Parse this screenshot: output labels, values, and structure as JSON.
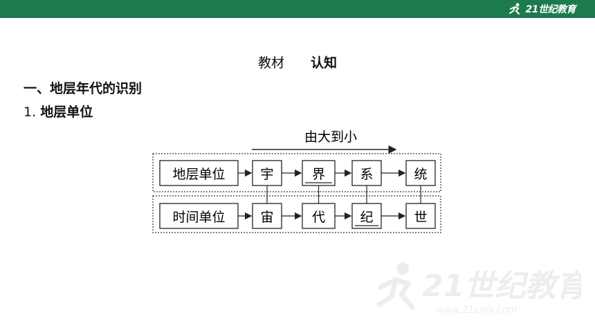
{
  "header": {
    "brand_text": "21世纪教育",
    "brand_color": "#1d7a4d"
  },
  "slide": {
    "title_part1": "教材",
    "title_part2": "认知",
    "section_heading": "一、地层年代的识别",
    "subsection_number": "1.",
    "subsection_title": "地层单位"
  },
  "diagram": {
    "direction_label": "由大到小",
    "row1": {
      "label": "地层单位",
      "units": [
        "宇",
        "界",
        "系",
        "统"
      ]
    },
    "row2": {
      "label": "时间单位",
      "units": [
        "宙",
        "代",
        "纪",
        "世"
      ]
    },
    "underlined_units": [
      "界",
      "纪"
    ]
  },
  "watermark": {
    "text": "21世纪教育",
    "url_text": "www.21cnjy.com"
  }
}
